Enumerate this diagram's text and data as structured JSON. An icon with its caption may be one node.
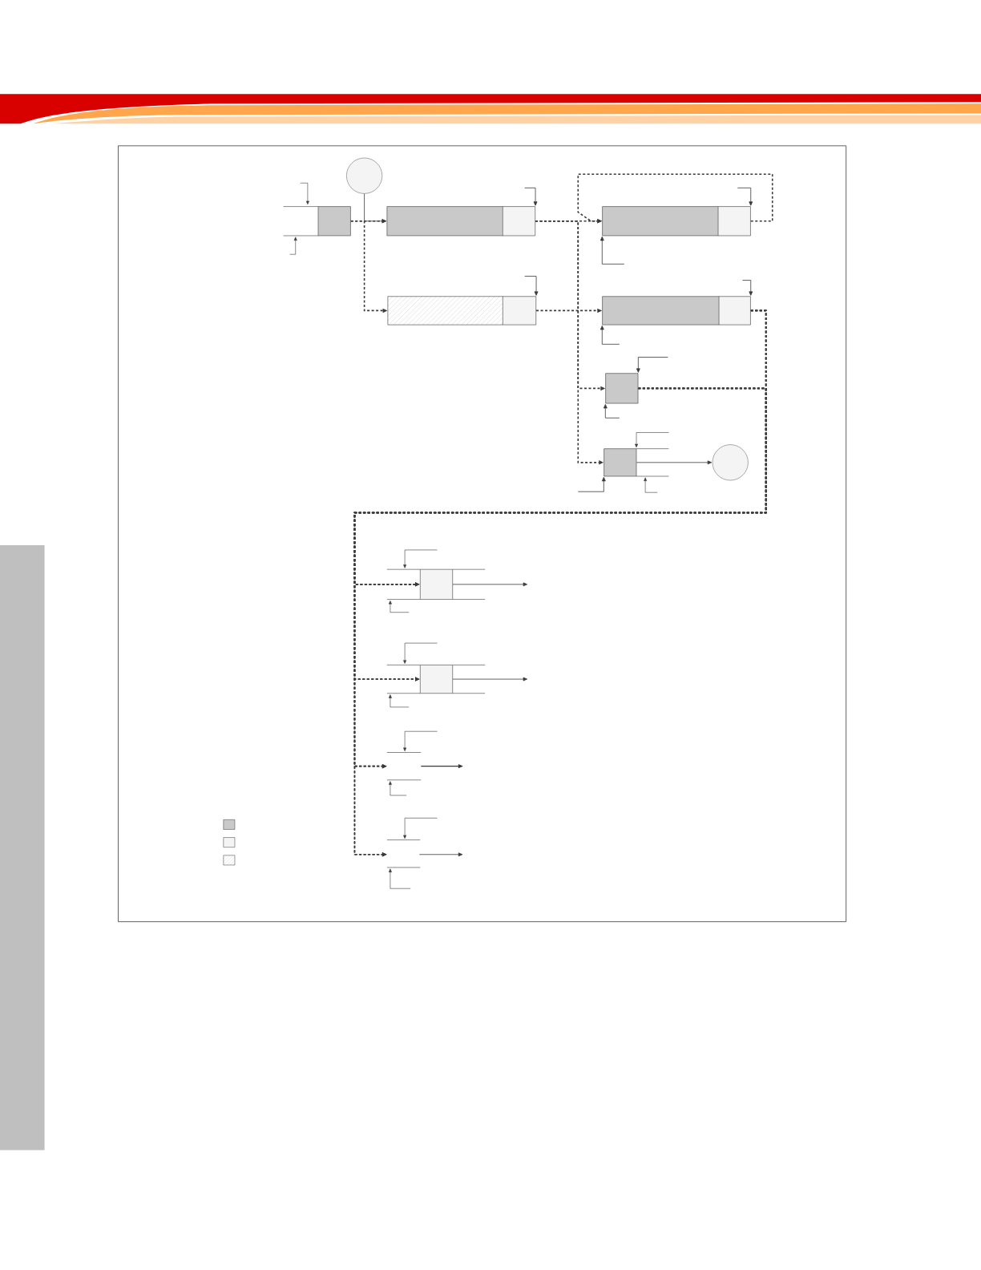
{
  "diagram": {
    "nodes": [
      {
        "text": [],
        "shape": "circle"
      },
      {
        "text": [],
        "shape": "box"
      },
      {
        "text": [],
        "shape": "box"
      },
      {
        "text": [],
        "shape": "box"
      },
      {
        "text": [],
        "shape": "box"
      },
      {
        "text": [],
        "shape": "box"
      },
      {
        "text": [],
        "shape": "box"
      },
      {
        "text": [],
        "shape": "box"
      },
      {
        "text": [],
        "shape": "circle"
      },
      {
        "text": [],
        "shape": "box"
      },
      {
        "text": [],
        "shape": "box"
      }
    ],
    "edges": [
      {
        "from": 0,
        "to": 2,
        "arrow": "to"
      },
      {
        "from": 1,
        "to": 2,
        "arrow": "to",
        "style": "dashed"
      },
      {
        "from": 1,
        "to": 3,
        "arrow": "to",
        "style": "dashed"
      },
      {
        "from": 2,
        "to": 4,
        "arrow": "to",
        "style": "dashed"
      },
      {
        "from": 4,
        "to": 4,
        "arrow": "to",
        "style": "dashed"
      },
      {
        "from": 2,
        "to": 6,
        "arrow": "to",
        "style": "dashed"
      },
      {
        "from": 2,
        "to": 7,
        "arrow": "to",
        "style": "dashed"
      },
      {
        "from": 3,
        "to": 5,
        "arrow": "to",
        "style": "dashed"
      },
      {
        "from": 7,
        "to": 8,
        "arrow": "to"
      },
      {
        "from": 5,
        "to": 9,
        "arrow": "to",
        "style": "dashed"
      },
      {
        "from": 5,
        "to": 10,
        "arrow": "to",
        "style": "dashed"
      },
      {
        "from": 5,
        "to": null,
        "arrow": "to",
        "style": "dashed"
      },
      {
        "from": 5,
        "to": null,
        "arrow": "to",
        "style": "dashed"
      },
      {
        "from": 6,
        "to": 9,
        "arrow": "to",
        "style": "dashed"
      },
      {
        "from": 6,
        "to": 10,
        "arrow": "to",
        "style": "dashed"
      },
      {
        "from": 6,
        "to": null,
        "arrow": "to",
        "style": "dashed"
      },
      {
        "from": 6,
        "to": null,
        "arrow": "to",
        "style": "dashed"
      },
      {
        "from": 9,
        "to": null,
        "arrow": "to"
      },
      {
        "from": 10,
        "to": null,
        "arrow": "to"
      },
      {
        "from": null,
        "to": 2,
        "arrow": "to"
      },
      {
        "from": null,
        "to": 3,
        "arrow": "to"
      },
      {
        "from": null,
        "to": 4,
        "arrow": "to"
      },
      {
        "from": null,
        "to": 4,
        "arrow": "to"
      },
      {
        "from": null,
        "to": 5,
        "arrow": "to"
      },
      {
        "from": null,
        "to": 5,
        "arrow": "to"
      },
      {
        "from": null,
        "to": 6,
        "arrow": "to"
      },
      {
        "from": null,
        "to": 6,
        "arrow": "to"
      },
      {
        "from": null,
        "to": 7,
        "arrow": "to"
      }
    ]
  }
}
